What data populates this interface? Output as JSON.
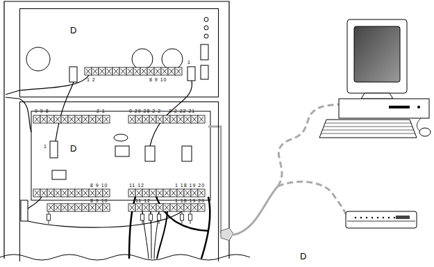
{
  "diagram": {
    "nodes": [
      {
        "text": [
          "D"
        ]
      },
      {
        "text": [
          "D"
        ]
      }
    ],
    "labels": [
      "1 2",
      "8 9 10",
      "1",
      "0 9 8",
      "2 1",
      "0 29 28 2 2",
      "2 2 22 21",
      "1",
      "8 9 10",
      "11 12",
      "1 18 19 20",
      "8 9 10",
      "11 12",
      "1 18 19 20",
      "D"
    ]
  }
}
